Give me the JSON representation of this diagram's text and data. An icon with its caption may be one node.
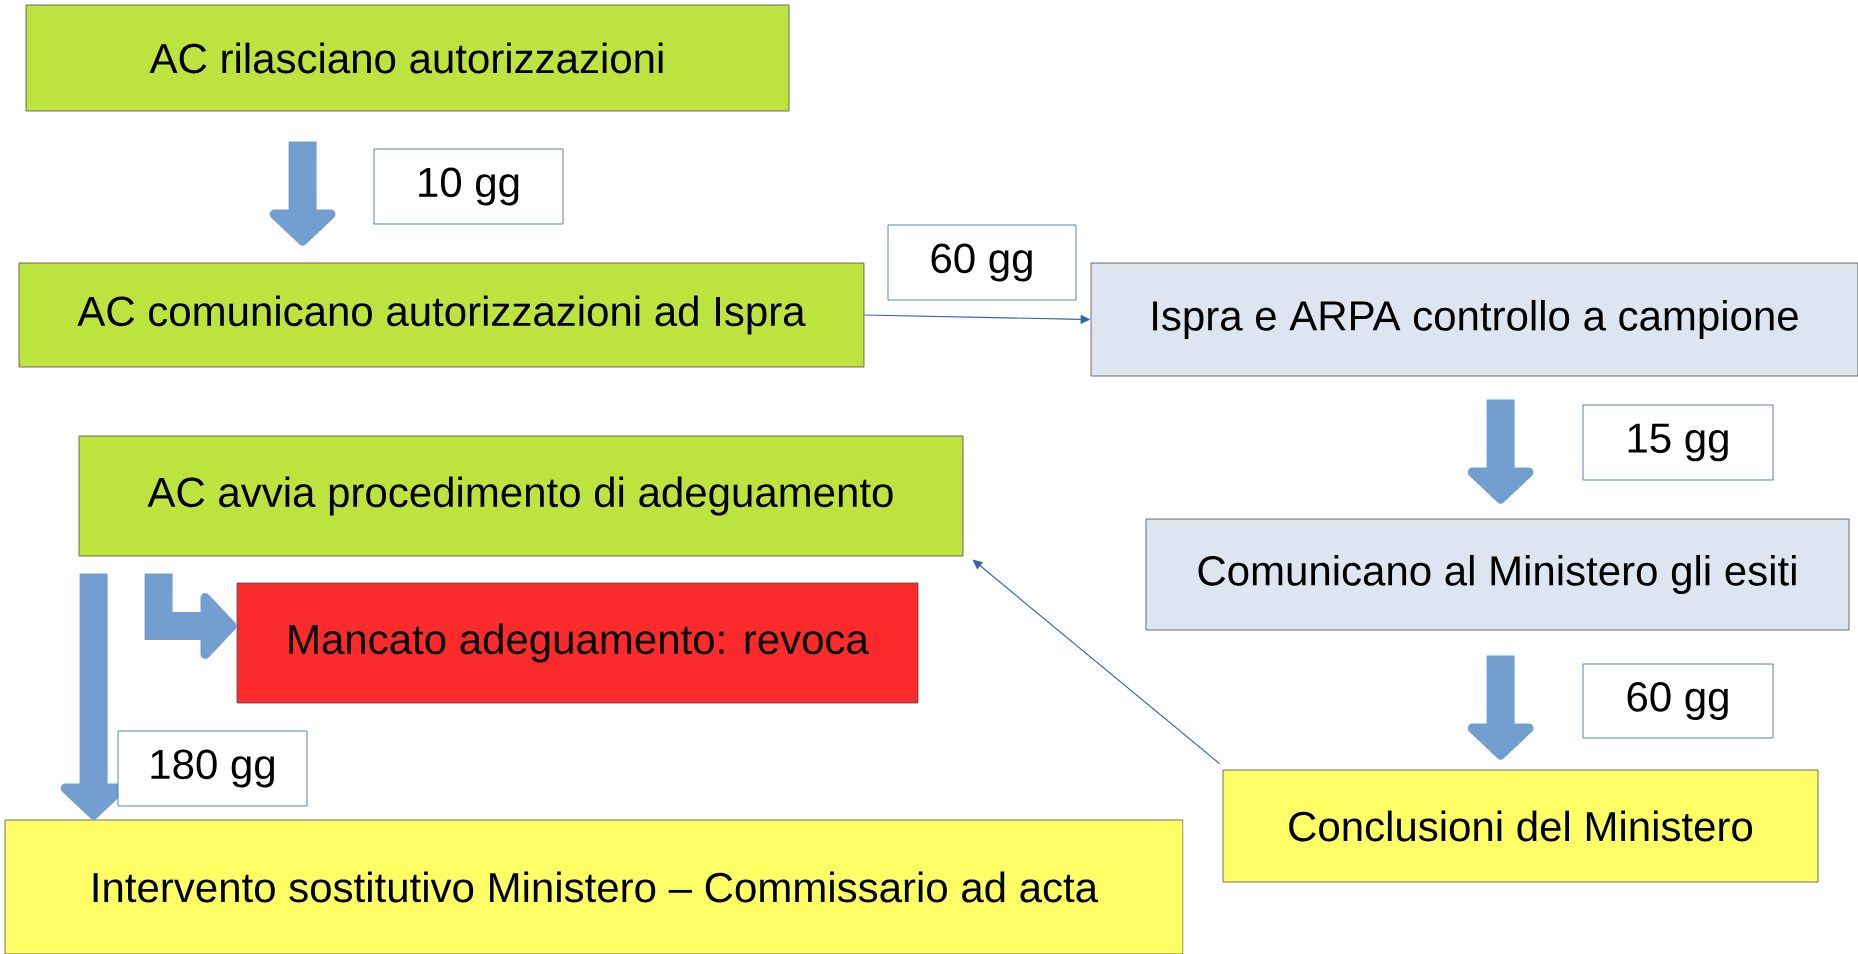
{
  "diagram": {
    "nodes": [
      {
        "text": [
          "AC rilasciano autorizzazioni"
        ]
      },
      {
        "text": [
          "AC comunicano autorizzazioni ad Ispra"
        ]
      },
      {
        "text": [
          "Ispra e ARPA controllo a campione"
        ]
      },
      {
        "text": [
          "Comunicano al Ministero gli esiti"
        ]
      },
      {
        "text": [
          "Conclusioni del Ministero"
        ]
      },
      {
        "text": [
          "AC avvia procedimento di adeguamento"
        ]
      },
      {
        "text": [
          "Mancato adeguamento: revoca"
        ]
      },
      {
        "text": [
          "Intervento sostitutivo Ministero – Commissario ad acta"
        ]
      }
    ],
    "edges": [
      {
        "from": 0,
        "to": 1,
        "arrow": "to",
        "label": "10 gg"
      },
      {
        "from": 1,
        "to": 2,
        "arrow": "to",
        "label": "60 gg"
      },
      {
        "from": 2,
        "to": 3,
        "arrow": "to",
        "label": "15 gg"
      },
      {
        "from": 3,
        "to": 4,
        "arrow": "to",
        "label": "60 gg"
      },
      {
        "from": 4,
        "to": 5,
        "arrow": "to"
      },
      {
        "from": 5,
        "to": 6,
        "arrow": "to"
      },
      {
        "from": 5,
        "to": 7,
        "arrow": "to",
        "label": "180 gg"
      }
    ]
  }
}
